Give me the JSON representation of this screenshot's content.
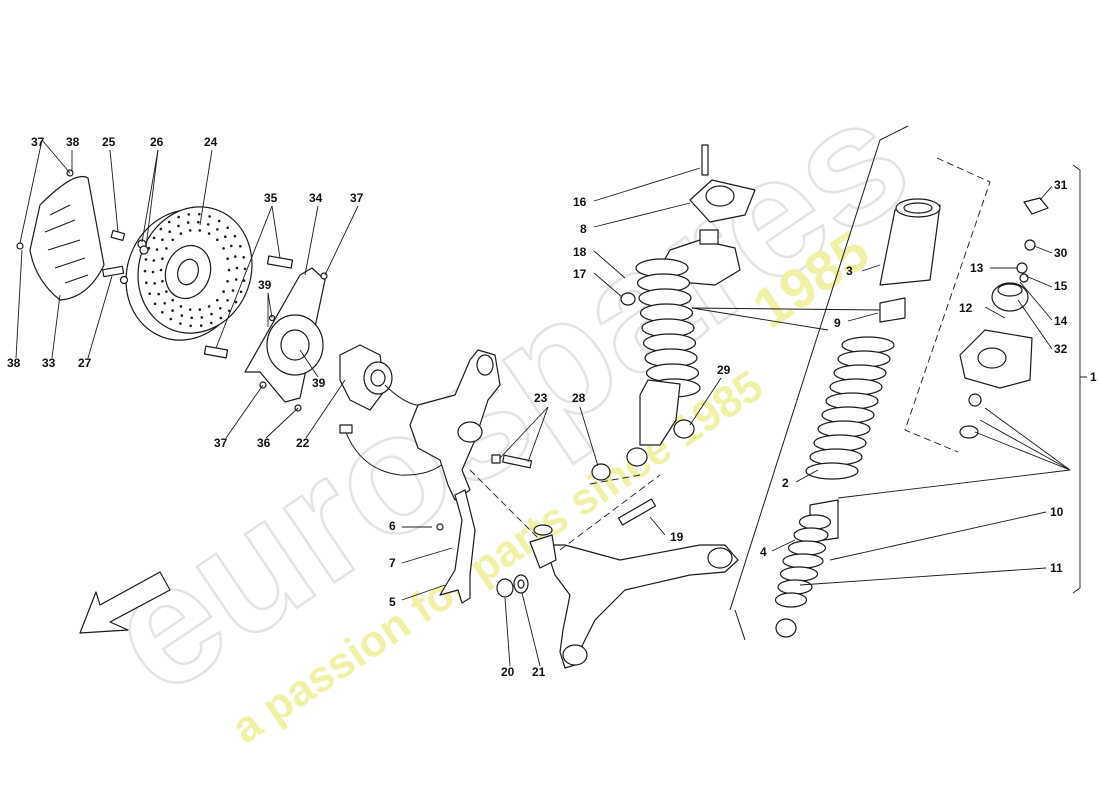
{
  "watermark": {
    "brand": "eurospares",
    "tagline": "a passion for parts since 1985",
    "year": "1985"
  },
  "callouts": [
    "1",
    "2",
    "3",
    "4",
    "5",
    "6",
    "7",
    "8",
    "9",
    "10",
    "11",
    "12",
    "13",
    "14",
    "15",
    "16",
    "17",
    "18",
    "19",
    "20",
    "21",
    "22",
    "23",
    "24",
    "25",
    "26",
    "27",
    "28",
    "29",
    "30",
    "31",
    "32",
    "33",
    "34",
    "35",
    "36",
    "37",
    "38",
    "39"
  ]
}
